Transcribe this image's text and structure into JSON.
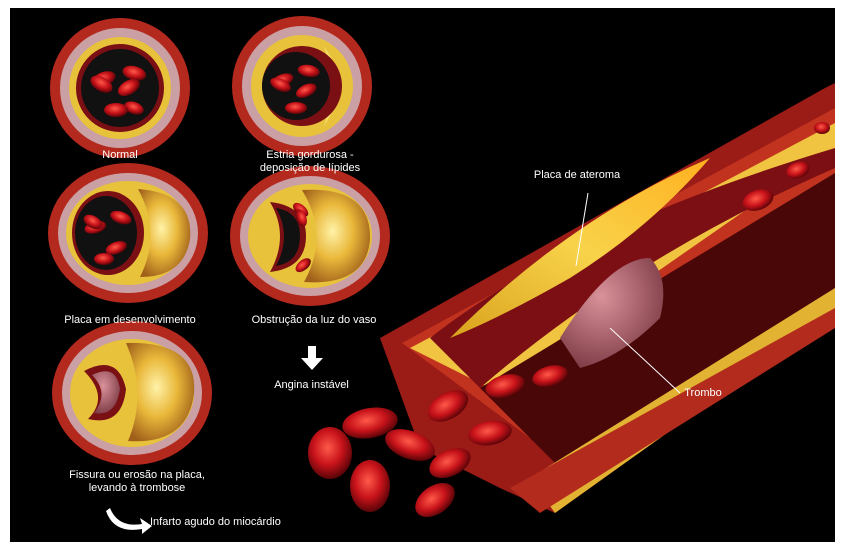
{
  "stages": [
    {
      "label": "Normal"
    },
    {
      "label": "Estria gordurosa - deposição de lípides"
    },
    {
      "label": "Placa em desenvolvimento"
    },
    {
      "label": "Obstrução da luz do vaso"
    },
    {
      "label": "Fissura ou erosão na placa, levando à trombose"
    }
  ],
  "outcomes": {
    "unstable": "Angina instável",
    "infarct": "Infarto agudo do miocárdio"
  },
  "callouts": {
    "plaque": "Placa de ateroma",
    "thrombus": "Trombo"
  },
  "colors": {
    "background": "#000000",
    "vessel_wall": "#c0392b",
    "fat_layer": "#f2c53d",
    "blood_cell": "#c0141b",
    "thrombus": "#b56a73"
  }
}
